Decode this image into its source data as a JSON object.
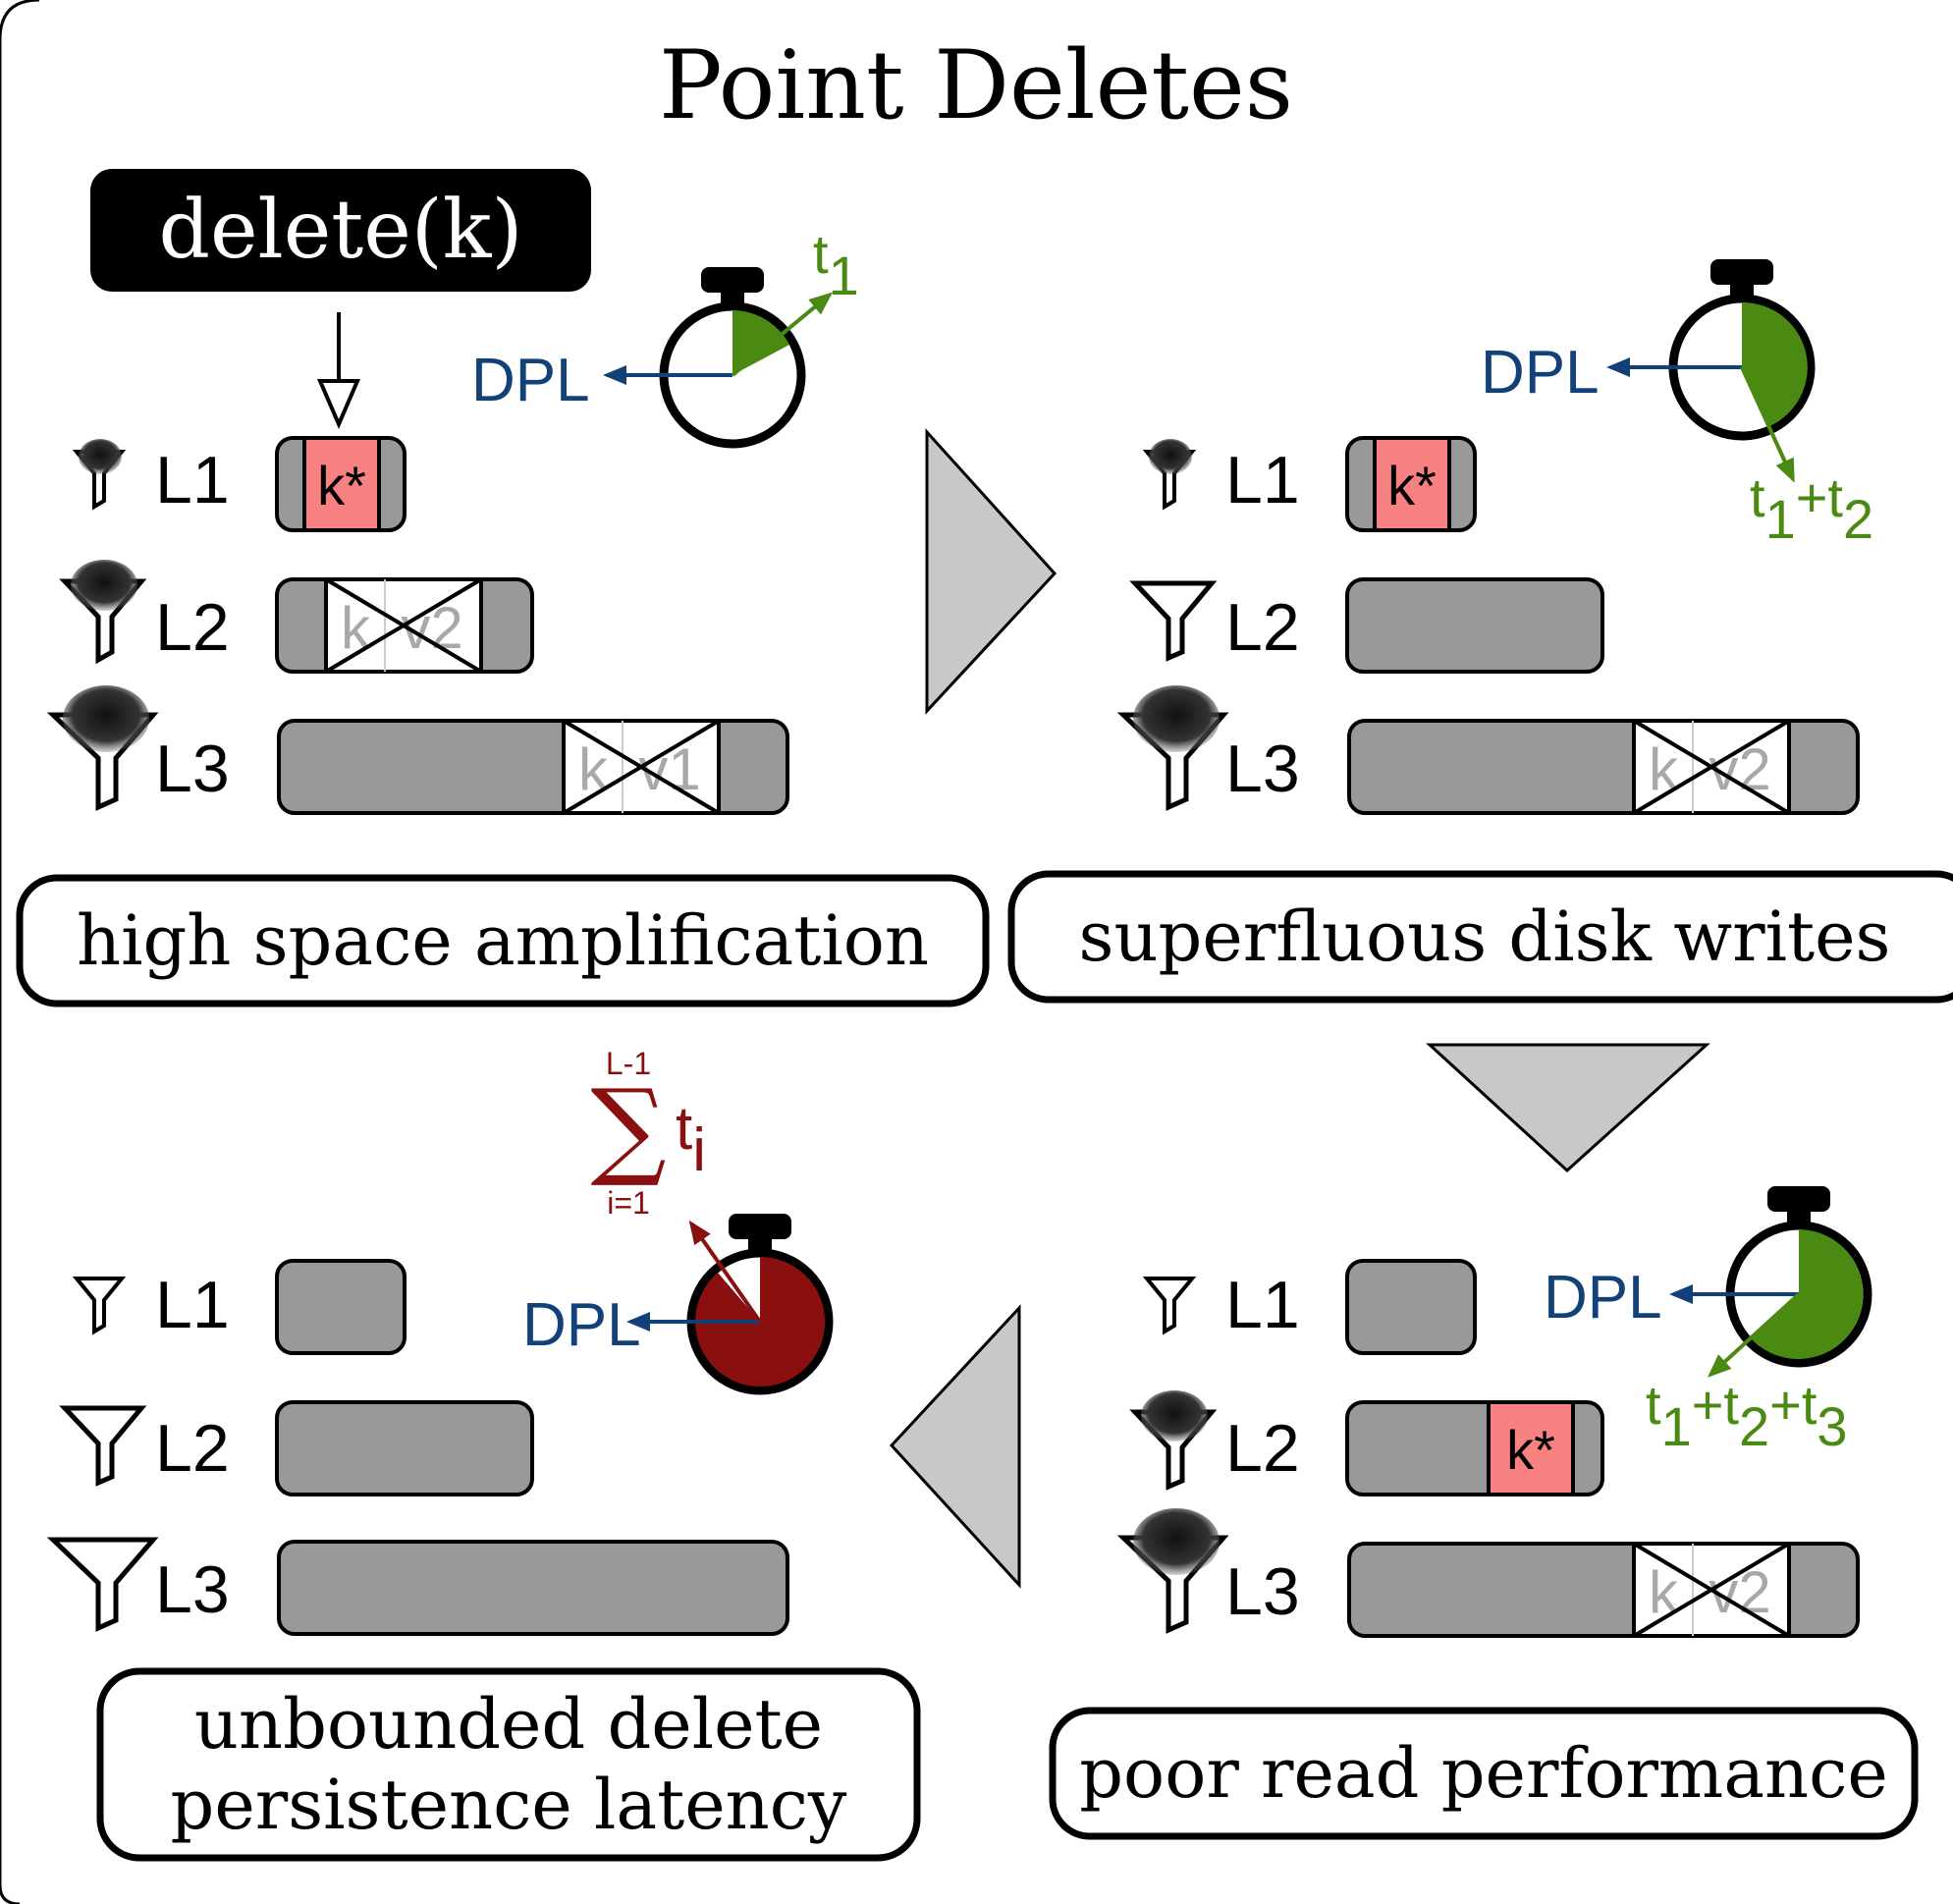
{
  "title": "Point Deletes",
  "command": "delete(k)",
  "dpl": "DPL",
  "captions": {
    "top_left": "high space amplification",
    "top_right": "superfluous disk writes",
    "bottom_right": "poor read performance",
    "bottom_left_line1": "unbounded delete",
    "bottom_left_line2": "persistence latency"
  },
  "levels": [
    "L1",
    "L2",
    "L3"
  ],
  "tombstone": "k*",
  "entry_key": "k",
  "entry_v1": "v1",
  "entry_v2": "v2",
  "times": {
    "t": "t",
    "sub1": "1",
    "sub2": "2",
    "sub3": "3",
    "plus": "+",
    "sum_symbol": "∑",
    "sum_upper": "L-1",
    "sum_lower": "i=1",
    "sum_term": "t",
    "sum_term_sub": "i"
  },
  "colors": {
    "tombstone_fill": "#f88181",
    "run_fill": "#999999",
    "timer_green": "#4a8a12",
    "timer_red": "#8a1010",
    "dpl_blue": "#12417a",
    "flow_arrow": "#c8c8c8"
  }
}
